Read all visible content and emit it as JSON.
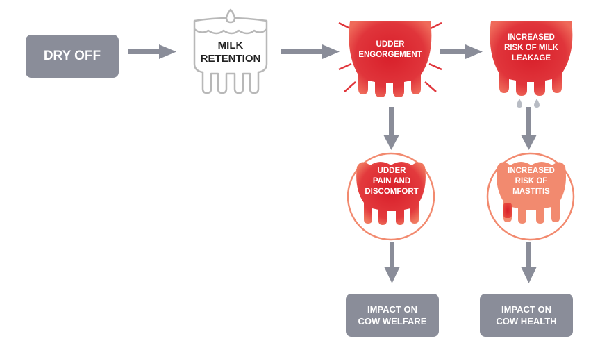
{
  "colors": {
    "grey_box": "#8a8d99",
    "arrow": "#8a8d99",
    "red": "#d6202b",
    "salmon": "#f28a6f",
    "outline_grey": "#b8b8b8"
  },
  "nodes": {
    "dry_off": "DRY OFF",
    "milk_retention": [
      "MILK",
      "RETENTION"
    ],
    "udder_engorgement": [
      "UDDER",
      "ENGORGEMENT"
    ],
    "milk_leakage": [
      "INCREASED",
      "RISK OF MILK",
      "LEAKAGE"
    ],
    "pain": [
      "UDDER",
      "PAIN AND",
      "DISCOMFORT"
    ],
    "mastitis": [
      "INCREASED",
      "RISK OF",
      "MASTITIS"
    ],
    "impact_welfare": [
      "IMPACT ON",
      "COW WELFARE"
    ],
    "impact_health": [
      "IMPACT ON",
      "COW HEALTH"
    ]
  },
  "icons": {
    "milk_retention": "udder-outline-icon",
    "engorgement": "swollen-udder-icon",
    "leakage": "leaking-udder-icon",
    "pain": "painful-udder-icon",
    "mastitis": "infected-udder-icon"
  }
}
